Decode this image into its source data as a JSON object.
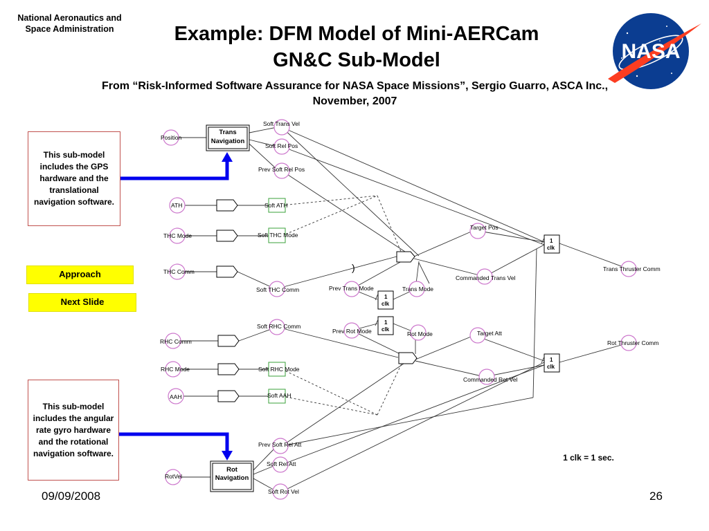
{
  "header": {
    "org": "National Aeronautics and Space Administration",
    "title_line1": "Example: DFM Model of Mini-AERCam",
    "title_line2": "GN&C Sub-Model",
    "subtitle": "From “Risk-Informed Software Assurance for NASA Space Missions”, Sergio Guarro, ASCA Inc., November, 2007",
    "logo_text": "NASA"
  },
  "notes": {
    "translational": "This sub-model includes the GPS hardware and the translational navigation software.",
    "rotational": "This sub-model includes the angular rate gyro hardware and the rotational navigation software."
  },
  "buttons": {
    "approach": "Approach",
    "next_slide": "Next Slide"
  },
  "diagram": {
    "trans_nav_1": "Trans",
    "trans_nav_2": "Navigation",
    "rot_nav_1": "Rot",
    "rot_nav_2": "Navigation",
    "position": "Position",
    "soft_trans_vel": "Soft Trans Vel",
    "soft_rel_pos": "Soft Rel Pos",
    "prev_soft_rel_pos": "Prev Soft Rel Pos",
    "ath": "ATH",
    "soft_ath": "Soft ATH",
    "thc_mode": "THC Mode",
    "soft_thc_mode": "Soft THC Mode",
    "thc_comm": "THC Comm",
    "soft_thc_comm": "Soft THC Comm",
    "target_pos": "Target Pos",
    "commanded_trans_vel": "Commanded Trans Vel",
    "trans_thruster_comm": "Trans Thruster Comm",
    "prev_trans_mode": "Prev Trans Mode",
    "trans_mode": "Trans Mode",
    "clk_1": "1",
    "clk_label": "clk",
    "soft_rhc_comm": "Soft RHC Comm",
    "prev_rot_mode": "Prev Rot Mode",
    "rot_mode": "Rot Mode",
    "target_att": "Target Att",
    "rot_thruster_comm": "Rot Thruster Comm",
    "rhc_comm": "RHC Comm",
    "rhc_mode": "RHC Mode",
    "soft_rhc_mode": "Soft RHC Mode",
    "commanded_rot_vel": "Commanded Rot Vel",
    "aah": "AAH",
    "soft_aah": "Soft AAH",
    "prev_soft_rel_att": "Prev Soft Rel Att",
    "soft_rel_att": "Soft Rel Att",
    "rotvel": "RotVel",
    "soft_rot_vel": "Soft Rot Vel",
    "paren": ")"
  },
  "footer": {
    "clk_note": "1 clk = 1 sec.",
    "date": "09/09/2008",
    "page": "26"
  },
  "colors": {
    "nasa_blue": "#0b3d91",
    "nasa_red": "#fc3d21",
    "arrow_blue": "#0000ee",
    "button_yellow": "#ffff00",
    "node_outline": "#cc77cc"
  }
}
